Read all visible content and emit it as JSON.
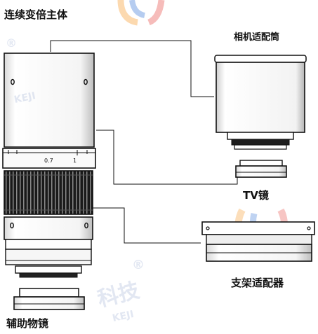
{
  "labels": {
    "main_body": "连续变倍主体",
    "camera_adapter": "相机适配筒",
    "tv_lens": "TV镜",
    "stand_adapter": "支架适配器",
    "aux_objective": "辅助物镜"
  },
  "zoom_ring": {
    "mark_low": "0.7",
    "mark_high": "1"
  },
  "watermarks": {
    "reg_symbol": "®",
    "keji_text": "KEJI",
    "chinese_text": "科技"
  },
  "colors": {
    "stroke": "#111111",
    "logo_orange": "#f7931e",
    "logo_blue": "#2e6fd6",
    "logo_red": "#e8413b"
  }
}
